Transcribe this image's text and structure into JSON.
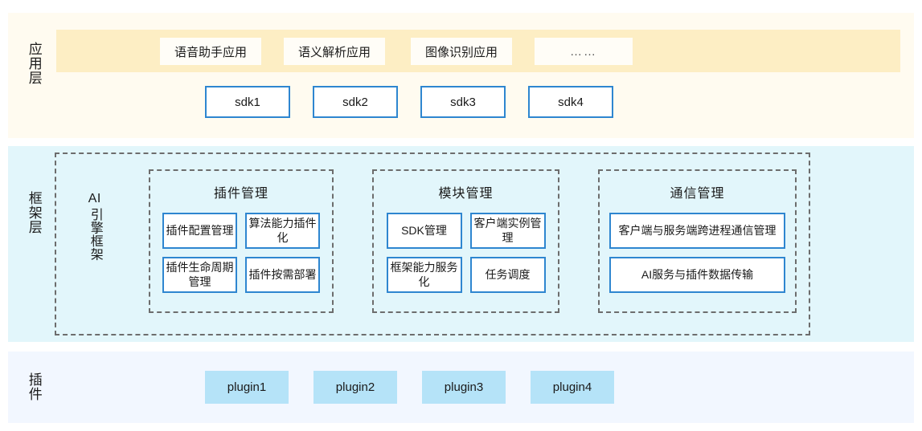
{
  "layers": {
    "application": {
      "label": "应用层",
      "apps": [
        {
          "name": "语音助手应用"
        },
        {
          "name": "语义解析应用"
        },
        {
          "name": "图像识别应用"
        },
        {
          "name": "……"
        }
      ],
      "sdks": [
        {
          "name": "sdk1"
        },
        {
          "name": "sdk2"
        },
        {
          "name": "sdk3"
        },
        {
          "name": "sdk4"
        }
      ]
    },
    "framework": {
      "label": "框架层",
      "engine_label_latin": "AI",
      "engine_label_cjk": "引擎框架",
      "groups": [
        {
          "title": "插件管理",
          "cells": [
            {
              "name": "插件配置管理"
            },
            {
              "name": "算法能力插件化"
            },
            {
              "name": "插件生命周期管理"
            },
            {
              "name": "插件按需部署"
            }
          ]
        },
        {
          "title": "模块管理",
          "cells": [
            {
              "name": "SDK管理"
            },
            {
              "name": "客户端实例管理"
            },
            {
              "name": "框架能力服务化"
            },
            {
              "name": "任务调度"
            }
          ]
        },
        {
          "title": "通信管理",
          "cells": [
            {
              "name": "客户端与服务端跨进程通信管理"
            },
            {
              "name": "AI服务与插件数据传输"
            }
          ]
        }
      ]
    },
    "plugin": {
      "label": "插件",
      "plugins": [
        {
          "name": "plugin1"
        },
        {
          "name": "plugin2"
        },
        {
          "name": "plugin3"
        },
        {
          "name": "plugin4"
        }
      ]
    }
  },
  "colors": {
    "application_bg": "#fffbf0",
    "application_band": "#fdeec4",
    "framework_bg": "#e2f6fb",
    "plugin_bg": "#f2f7ff",
    "plugin_box": "#b5e3f8",
    "box_border_blue": "#2e86d0",
    "dashed_border": "#6d6d6d"
  }
}
